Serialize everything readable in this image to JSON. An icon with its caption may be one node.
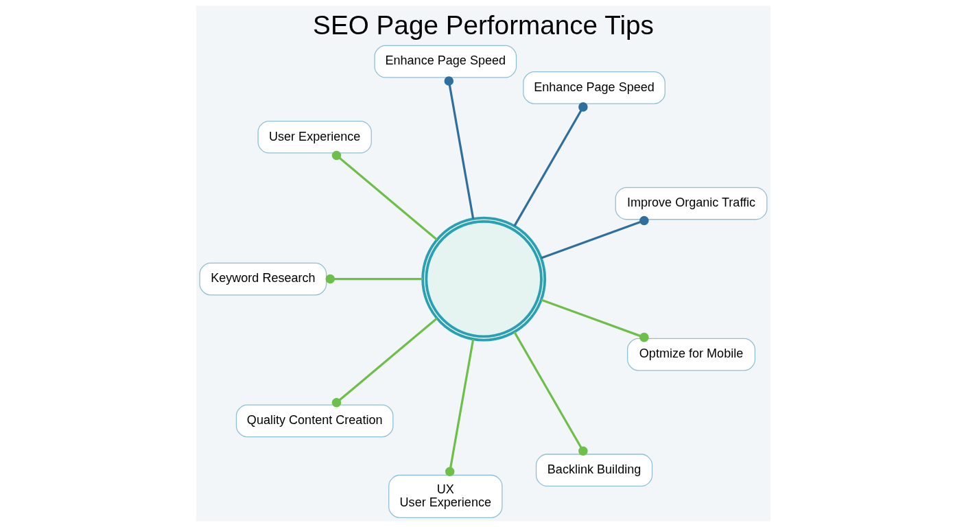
{
  "diagram": {
    "title": "SEO Page Performance Tips",
    "nodes": [
      {
        "text": [],
        "shape": "picture"
      },
      {
        "text": [
          "Improve Organic Traffic"
        ]
      },
      {
        "text": [
          "Enhance Page Speed"
        ]
      },
      {
        "text": [
          "Enhance Page Speed"
        ]
      },
      {
        "text": [
          "User Experience"
        ]
      },
      {
        "text": [
          "Keyword Research"
        ]
      },
      {
        "text": [
          "Quality Content Creation"
        ]
      },
      {
        "text": [
          "UX",
          "User Experience"
        ]
      },
      {
        "text": [
          "Backlink Building"
        ]
      },
      {
        "text": [
          "Optmize for Mobile"
        ]
      }
    ],
    "edges": [
      {
        "from": 0,
        "to": 1,
        "arrow": "other",
        "color": "#2f6f9e"
      },
      {
        "from": 0,
        "to": 2,
        "arrow": "other",
        "color": "#2f6f9e"
      },
      {
        "from": 0,
        "to": 3,
        "arrow": "other",
        "color": "#2f6f9e"
      },
      {
        "from": 0,
        "to": 4,
        "arrow": "other"
      },
      {
        "from": 0,
        "to": 5,
        "arrow": "other"
      },
      {
        "from": 0,
        "to": 6,
        "arrow": "other"
      },
      {
        "from": 0,
        "to": 7,
        "arrow": "other"
      },
      {
        "from": 0,
        "to": 8,
        "arrow": "other"
      },
      {
        "from": 0,
        "to": 9,
        "arrow": "other"
      }
    ]
  }
}
